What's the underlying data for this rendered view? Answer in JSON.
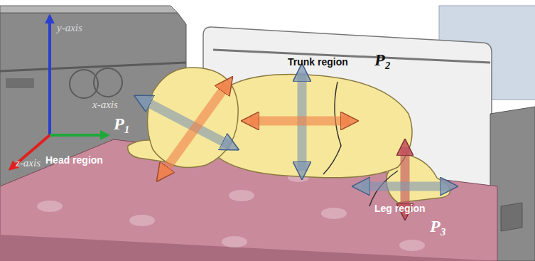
{
  "diagram": {
    "labels": [
      "y-axis",
      "x-axis",
      "z-axis",
      "P₁",
      "Head region",
      "Trunk region",
      "P₂",
      "Leg region",
      "P₃"
    ]
  }
}
